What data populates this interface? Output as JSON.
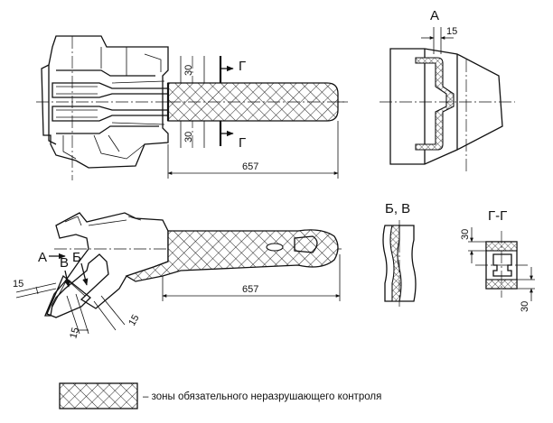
{
  "dims": {
    "d1": "15",
    "d2": "30",
    "d3": "30",
    "d4": "657",
    "d5": "657",
    "d6": "15",
    "d7": "15",
    "d8": "15",
    "d9": "30",
    "d10": "30"
  },
  "labels": {
    "view_a": "А",
    "view_bv": "Б, В",
    "section_gg": "Г-Г",
    "cut_g_top": "Г",
    "cut_g_bottom": "Г",
    "mark_a": "А",
    "mark_b": "Б",
    "mark_v": "В"
  },
  "legend": {
    "text": "– зоны обязательного неразрушающего контроля"
  }
}
